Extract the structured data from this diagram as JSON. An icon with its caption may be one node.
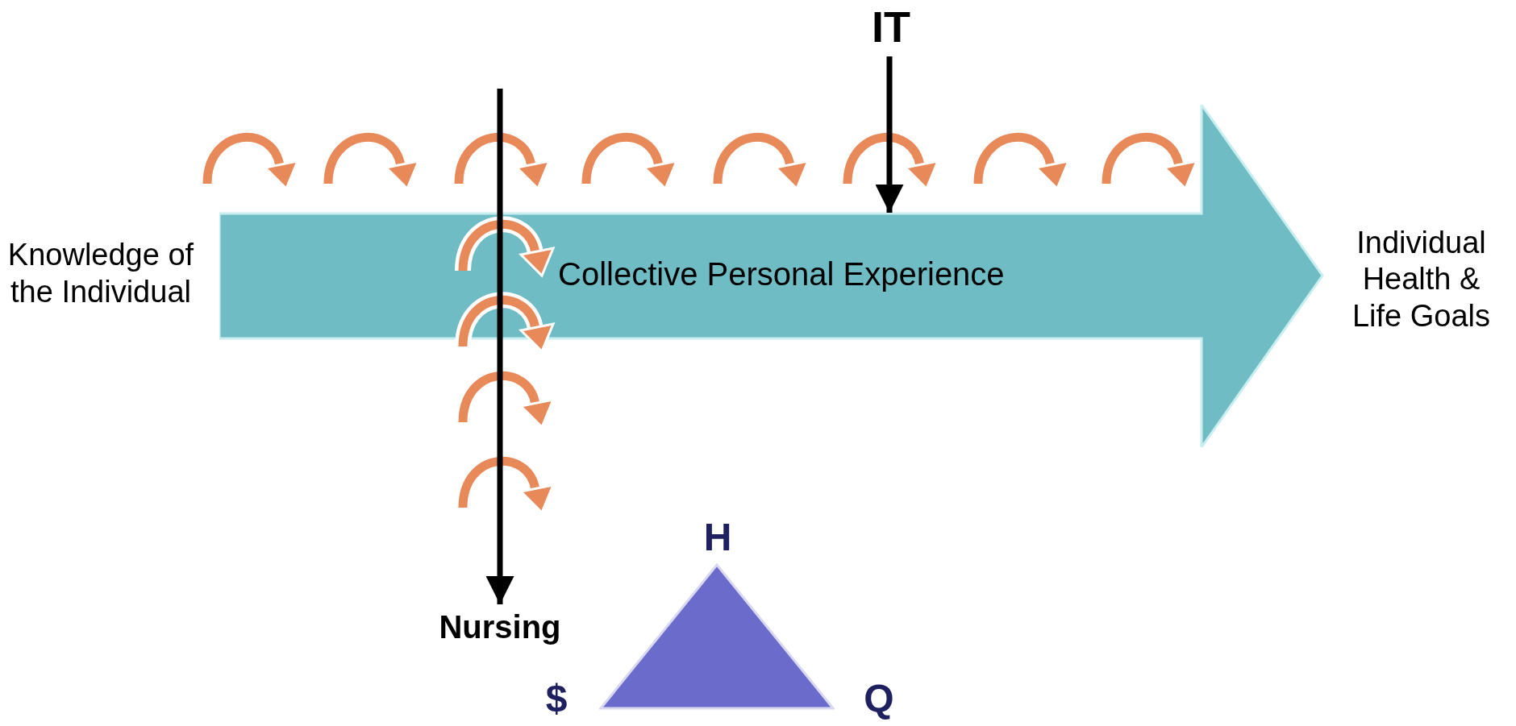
{
  "diagram": {
    "nodes": [
      {
        "text": [
          "Knowledge of the Individual"
        ]
      },
      {
        "text": [
          "Collective Personal Experience"
        ]
      },
      {
        "text": [
          "Individual Health & Life Goals"
        ]
      },
      {
        "text": [
          "IT"
        ]
      },
      {
        "text": [
          "Nursing"
        ]
      },
      {
        "text": [],
        "shape": "triangle"
      }
    ],
    "edges": [
      {
        "from": 3,
        "to": 1,
        "arrow": "to"
      },
      {
        "from": null,
        "to": 4,
        "arrow": "to"
      }
    ],
    "labels": [
      "H",
      "$",
      "Q"
    ]
  }
}
